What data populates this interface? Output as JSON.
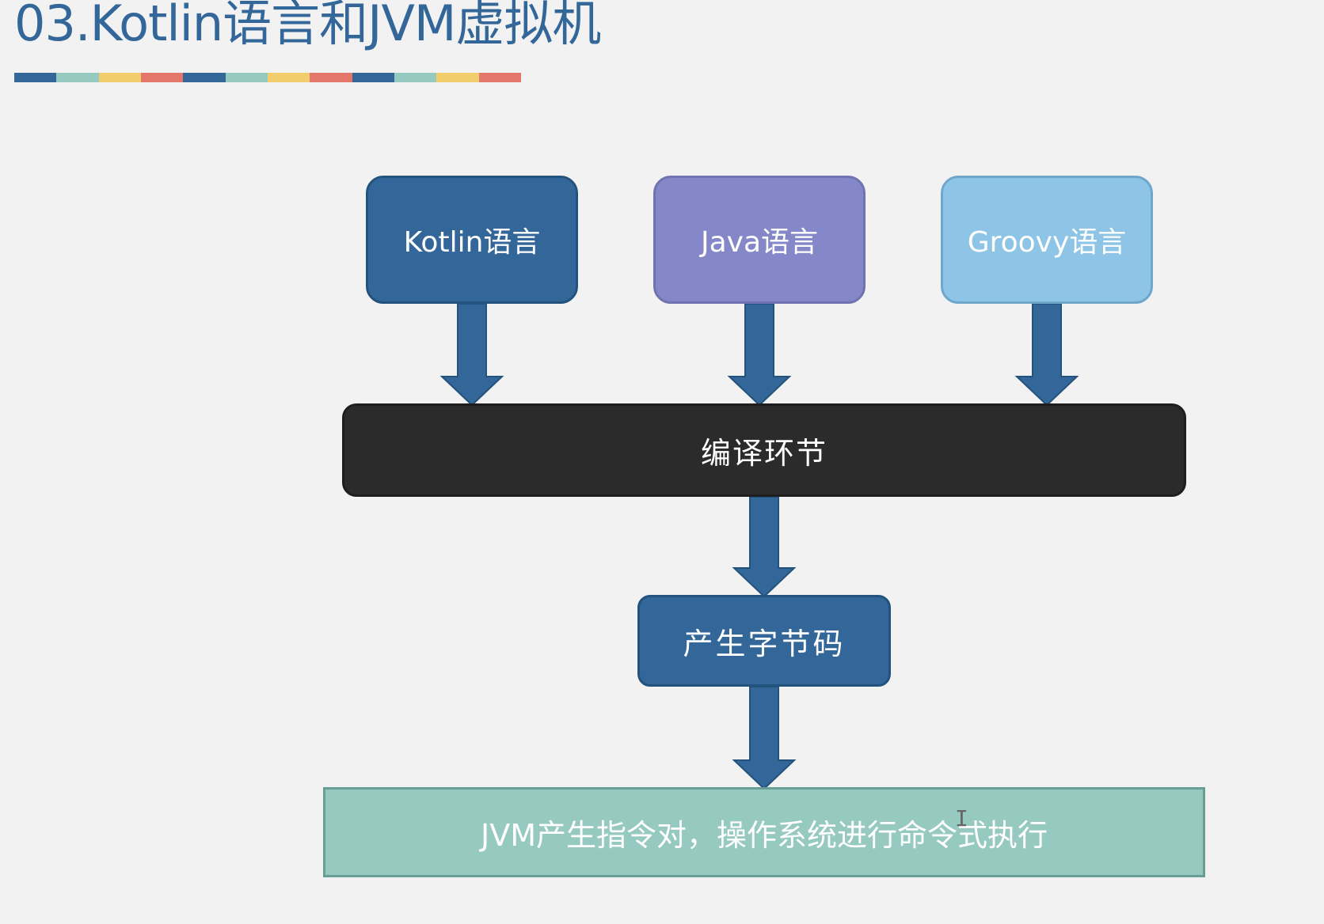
{
  "slide": {
    "title": "03.Kotlin语言和JVM虚拟机"
  },
  "stripe": {
    "colors": [
      "#336699",
      "#96c9c0",
      "#f2cd6b",
      "#e5776a",
      "#336699",
      "#96c9c0",
      "#f2cd6b",
      "#e5776a",
      "#336699",
      "#96c9c0",
      "#f2cd6b",
      "#e5776a"
    ]
  },
  "diagram": {
    "nodes": {
      "kotlin": "Kotlin语言",
      "java": "Java语言",
      "groovy": "Groovy语言",
      "compile": "编译环节",
      "bytecode": "产生字节码",
      "jvm": "JVM产生指令对，操作系统进行命令式执行"
    },
    "colors": {
      "arrow": "#336699",
      "kotlin_box": "#336699",
      "java_box": "#8488c8",
      "groovy_box": "#8ec4e6",
      "compile_box": "#2b2b2b",
      "bytecode_box": "#336699",
      "jvm_box": "#96c9c0"
    }
  }
}
